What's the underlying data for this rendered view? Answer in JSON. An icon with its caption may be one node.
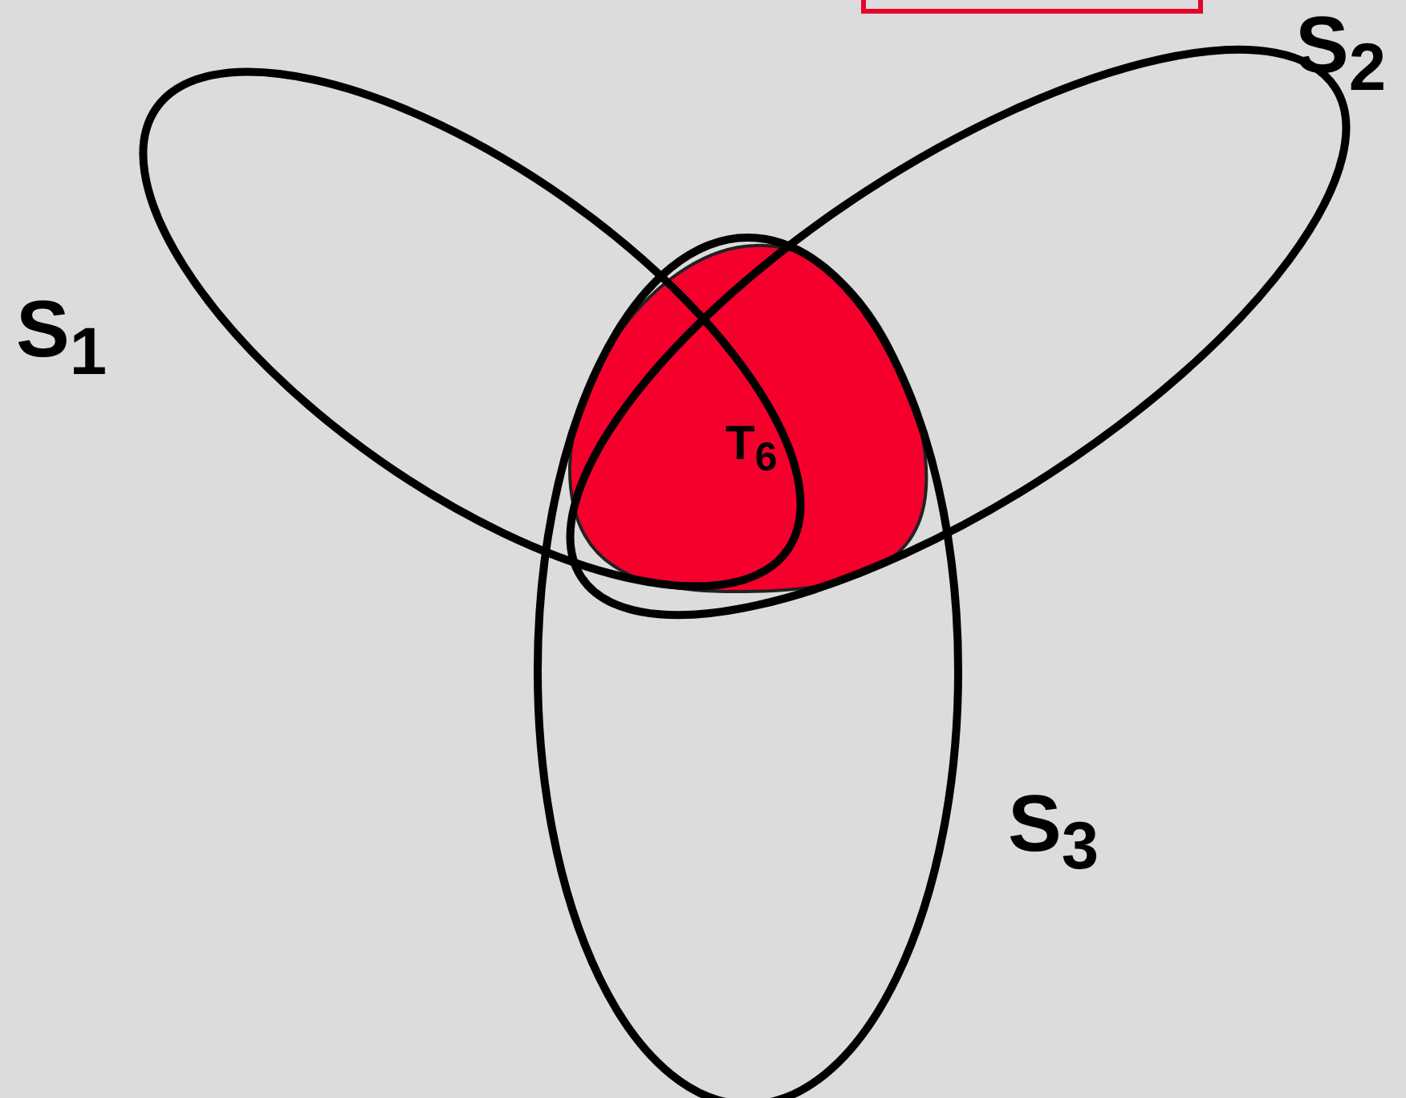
{
  "diagram": {
    "nodes": [
      {
        "text": [
          "S$_{1}$"
        ]
      },
      {
        "text": [
          "S$_{2}$"
        ]
      },
      {
        "text": [
          "T$_{6}$"
        ]
      },
      {
        "text": [
          "S$_{3}$"
        ]
      }
    ]
  }
}
